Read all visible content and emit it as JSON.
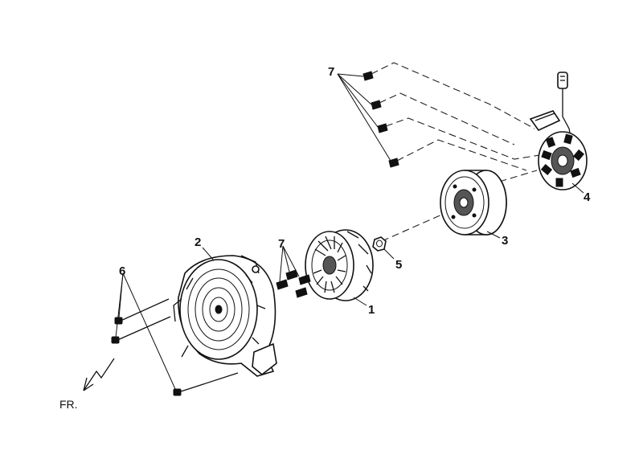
{
  "callouts": {
    "p1": "1",
    "p2": "2",
    "p3": "3",
    "p4": "4",
    "p5": "5",
    "p6": "6",
    "p7_top": "7",
    "p7_mid": "7"
  },
  "direction_label": "FR.",
  "colors": {
    "line": "#111111",
    "background": "#ffffff"
  },
  "parts": [
    {
      "ref": "1",
      "icon": "cooling-fan-icon"
    },
    {
      "ref": "2",
      "icon": "fan-shroud-icon"
    },
    {
      "ref": "3",
      "icon": "flywheel-rotor-icon"
    },
    {
      "ref": "4",
      "icon": "stator-coil-icon"
    },
    {
      "ref": "5",
      "icon": "nut-icon"
    },
    {
      "ref": "6",
      "icon": "shroud-bolt-icon"
    },
    {
      "ref": "7",
      "icon": "screw-icon"
    }
  ]
}
